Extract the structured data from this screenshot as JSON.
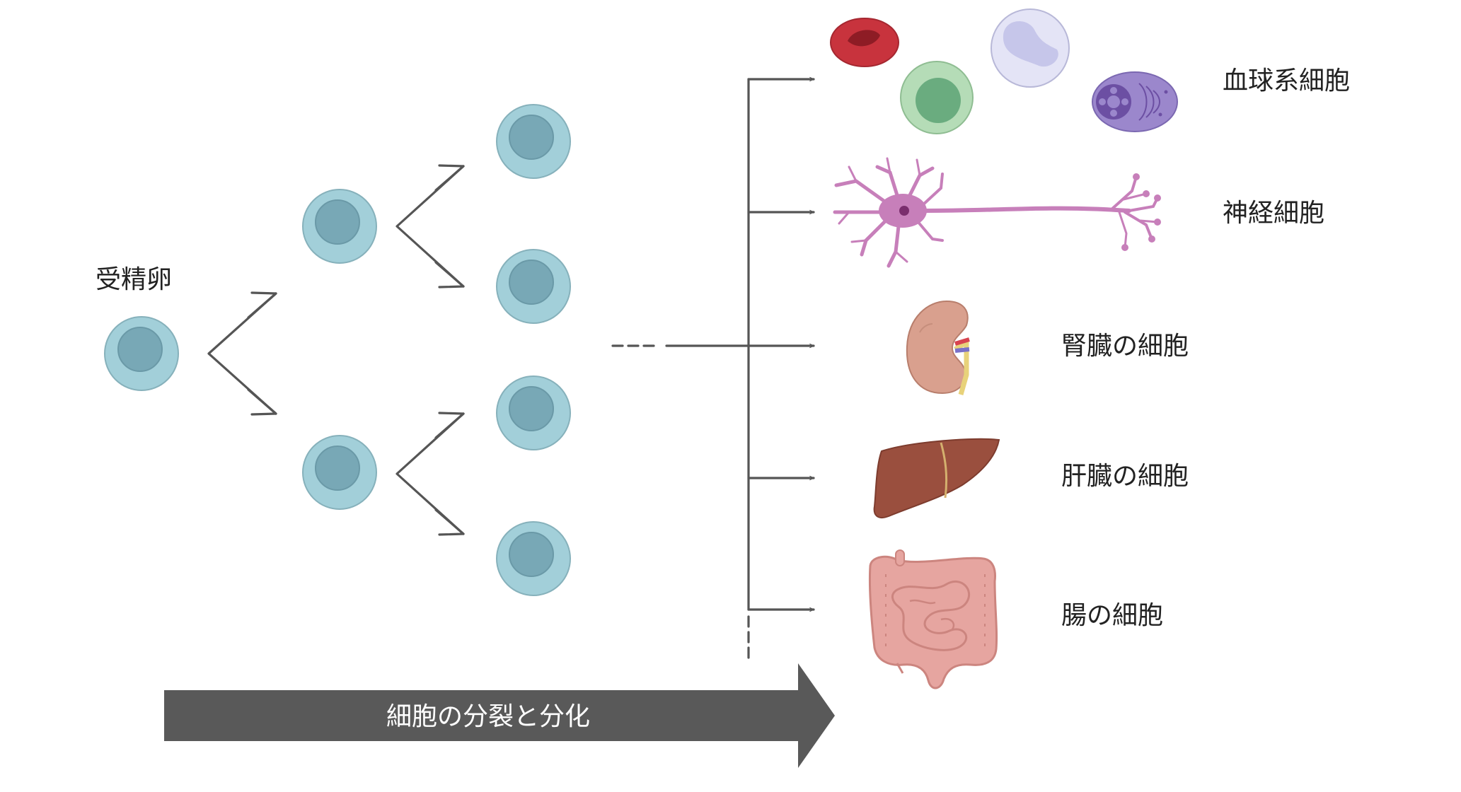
{
  "diagram": {
    "zygote_label": "受精卵",
    "banner_label": "細胞の分裂と分化",
    "cell_types": [
      {
        "label": "血球系細胞",
        "icon": "blood-cells-icon"
      },
      {
        "label": "神経細胞",
        "icon": "neuron-icon"
      },
      {
        "label": "腎臓の細胞",
        "icon": "kidney-icon"
      },
      {
        "label": "肝臓の細胞",
        "icon": "liver-icon"
      },
      {
        "label": "腸の細胞",
        "icon": "intestine-icon"
      }
    ],
    "colors": {
      "cell": "#a2cfd9",
      "nucleus": "#78a8b6",
      "arrow": "#555555",
      "banner": "#595959",
      "neuron": "#c77fba",
      "kidney": "#d9a08e",
      "liver": "#9a4f3e",
      "intestine": "#e6a5a0"
    }
  }
}
